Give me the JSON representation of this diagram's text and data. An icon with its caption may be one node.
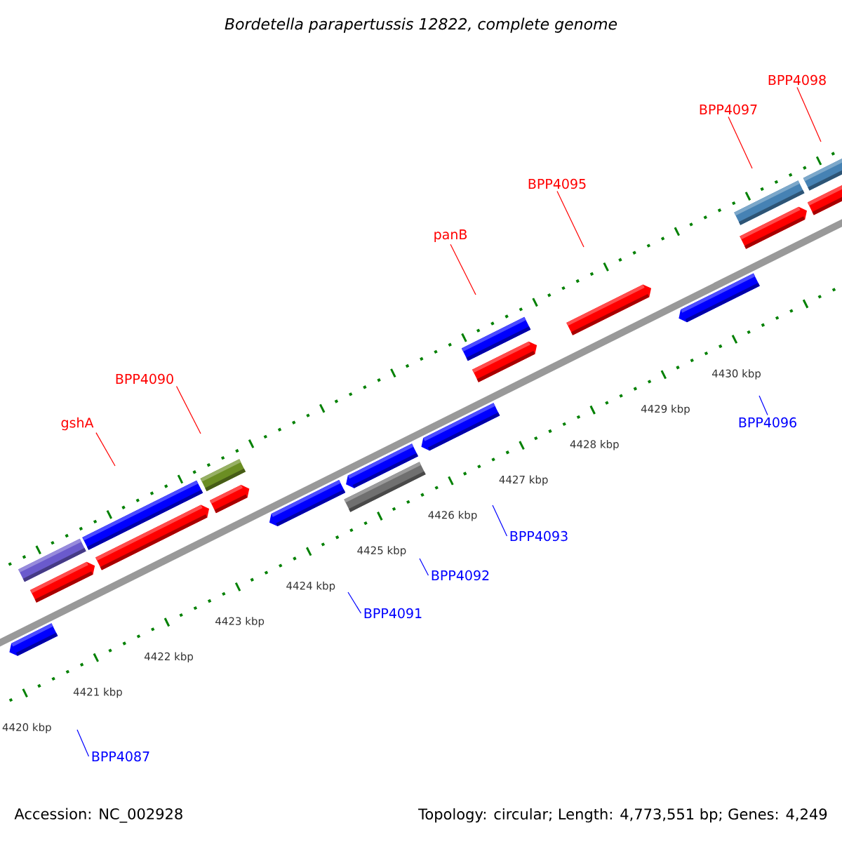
{
  "diagram": {
    "title": "Bordetella parapertussis 12822, complete genome",
    "nodes": [
      {
        "text": [
          "BPP4098"
        ]
      },
      {
        "text": [
          "BPP4097"
        ]
      },
      {
        "text": [
          "BPP4095"
        ]
      },
      {
        "text": [
          "panB"
        ]
      },
      {
        "text": [
          "BPP4090"
        ]
      },
      {
        "text": [
          "gshA"
        ]
      },
      {
        "text": [
          "BPP4096"
        ]
      },
      {
        "text": [
          "BPP4093"
        ]
      },
      {
        "text": [
          "BPP4092"
        ]
      },
      {
        "text": [
          "BPP4091"
        ]
      },
      {
        "text": [
          "BPP4087"
        ]
      }
    ],
    "edges": [
      {
        "from": 0,
        "to": null,
        "arrow": "none"
      },
      {
        "from": 1,
        "to": null,
        "arrow": "none"
      },
      {
        "from": 2,
        "to": null,
        "arrow": "none"
      },
      {
        "from": 3,
        "to": null,
        "arrow": "none"
      },
      {
        "from": 4,
        "to": null,
        "arrow": "none"
      },
      {
        "from": 5,
        "to": null,
        "arrow": "none"
      },
      {
        "from": 6,
        "to": null,
        "arrow": "none",
        "color": "#0000ff"
      },
      {
        "from": 7,
        "to": null,
        "arrow": "none",
        "color": "#0000ff"
      },
      {
        "from": 8,
        "to": null,
        "arrow": "none",
        "color": "#0000ff"
      },
      {
        "from": 9,
        "to": null,
        "arrow": "none",
        "color": "#0000ff"
      },
      {
        "from": 10,
        "to": null,
        "arrow": "none",
        "color": "#0000ff"
      }
    ],
    "labels": [
      "4420 kbp",
      "4421 kbp",
      "4422 kbp",
      "4423 kbp",
      "4424 kbp",
      "4425 kbp",
      "4426 kbp",
      "4427 kbp",
      "4428 kbp",
      "4429 kbp",
      "4430 kbp",
      "Accession: NC_002928",
      "Topology: circular; Length: 4,773,551 bp; Genes: 4,249"
    ]
  }
}
